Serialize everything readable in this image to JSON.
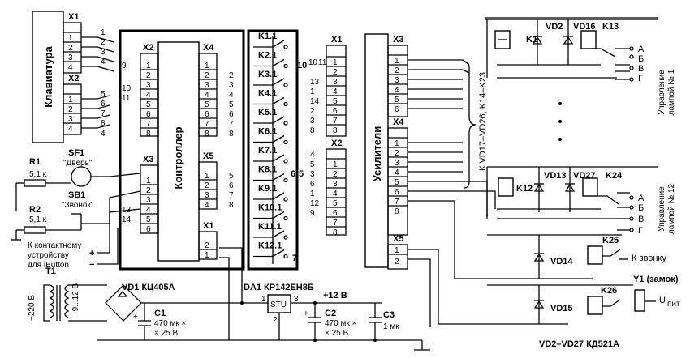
{
  "blocks": {
    "keyboard": "Клавиатура",
    "controller": "Контроллер",
    "amplifiers": "Усилители"
  },
  "connectors": {
    "x1": "X1",
    "x2": "X2",
    "x3": "X3",
    "x4": "X4",
    "x5": "X5"
  },
  "pins": [
    "1",
    "2",
    "3",
    "4",
    "5",
    "6",
    "7",
    "8",
    "9",
    "10",
    "11",
    "12",
    "13",
    "14"
  ],
  "relay_contacts": [
    "K1.1",
    "K2.1",
    "K3.1",
    "K4.1",
    "K5.1",
    "K6.1",
    "K7.1",
    "K8.1",
    "K9.1",
    "K10.1",
    "K11.1",
    "K12.1"
  ],
  "wire_marks": {
    "m6": "6",
    "m5": "5",
    "m7": "7",
    "m10": "10"
  },
  "sensors": {
    "r1": "R1",
    "r1_val": "5,1 к",
    "sf1": "SF1",
    "sf1_name": "\"Дверь\"",
    "sb1": "SB1",
    "sb1_name": "\"Звонок\"",
    "r2": "R2",
    "r2_val": "5,1 к",
    "ibutton": [
      "К контактному",
      "устройству",
      "для iButton"
    ],
    "plus": "+",
    "minus": "−"
  },
  "relays": {
    "k1": "K1",
    "vd2": "VD2",
    "vd16": "VD16",
    "k13": "K13",
    "k12": "K12",
    "vd13": "VD13",
    "vd27": "VD27",
    "k24": "K24",
    "k25": "K25",
    "vd14": "VD14",
    "to_bell": "К звонку",
    "k26": "K26",
    "vd15": "VD15",
    "y1": "Y1 (замок)",
    "upit": "U",
    "upit_sub": "пит"
  },
  "lamp_outputs": [
    "А",
    "Б",
    "В",
    "Г"
  ],
  "lamp_labels": {
    "lamp1_a": "Управление",
    "lamp1_b": "лампой № 1",
    "lamp12_a": "Управление",
    "lamp12_b": "лампой № 12"
  },
  "bus_label": "К VD17–VD26, K14–K23",
  "power": {
    "t1": "T1",
    "mains": "~220 В",
    "secondary": "~9...12 В",
    "vd1": "VD1 КЦ405А",
    "da1": "DA1 КР142ЕН8Б",
    "stu": "STU",
    "reg_in": "1",
    "reg_out": "3",
    "reg_gnd": "2",
    "v12": "+12 В",
    "c1": "C1",
    "c1_v1": "470 мк ×",
    "c1_v2": "× 25 В",
    "c2": "C2",
    "c2_v1": "470 мк ×",
    "c2_v2": "× 25 В",
    "c3": "C3",
    "c3_v": "1 мк",
    "diodes_note": "VD2–VD27 КД521А"
  }
}
